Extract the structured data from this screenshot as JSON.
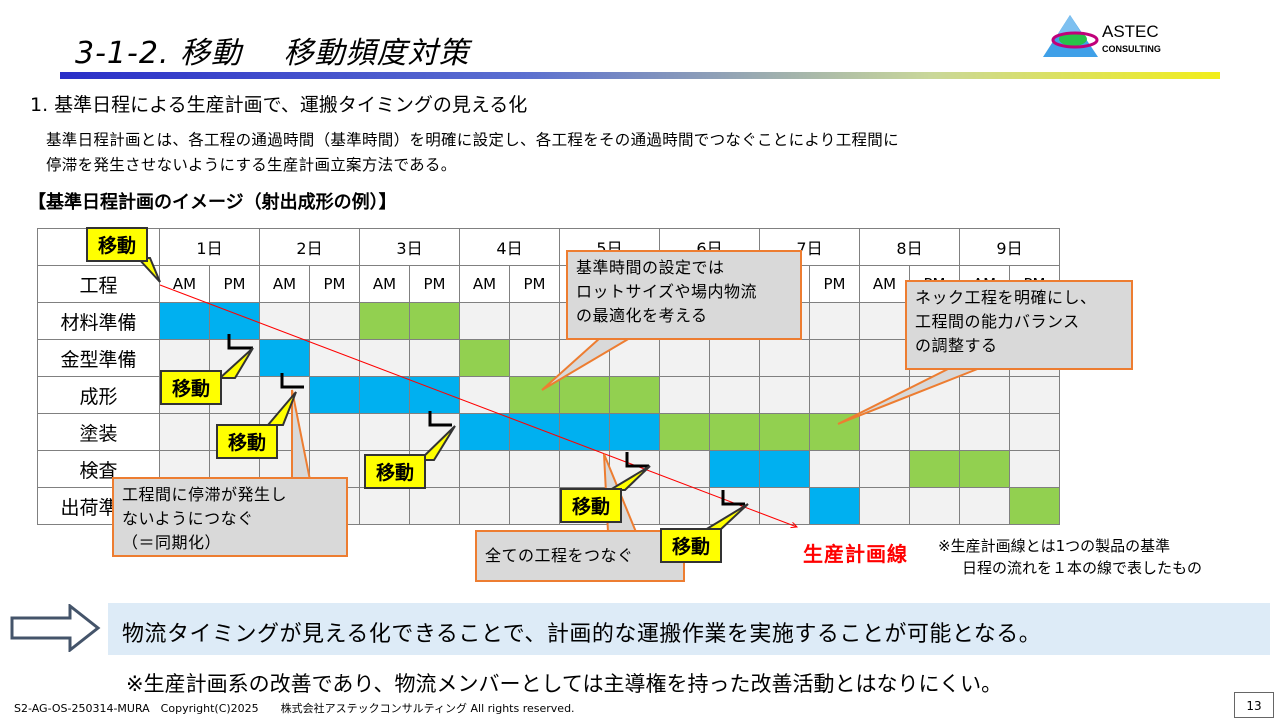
{
  "title": "3-1-2. 移動　 移動頻度対策",
  "logo": {
    "name": "ASTEC",
    "sub": "CONSULTING"
  },
  "section_heading": "1. 基準日程による生産計画で、運搬タイミングの見える化",
  "description": [
    "基準日程計画とは、各工程の通過時間（基準時間）を明確に設定し、各工程をその通過時間でつなぐことにより工程間に",
    "停滞を発生させないようにする生産計画立案方法である。"
  ],
  "grid_heading": "【基準日程計画のイメージ（射出成形の例）】",
  "table": {
    "process_header": "工程",
    "days": [
      "1日",
      "2日",
      "3日",
      "4日",
      "5日",
      "6日",
      "7日",
      "8日",
      "9日"
    ],
    "am": "AM",
    "pm": "PM",
    "processes": [
      "材料準備",
      "金型準備",
      "成形",
      "塗装",
      "検査",
      "出荷準備"
    ],
    "fills": [
      [
        "b",
        "b",
        "",
        "",
        "g",
        "g",
        "",
        "",
        "",
        "",
        "",
        "",
        "",
        "",
        "",
        "",
        "",
        ""
      ],
      [
        "",
        "",
        "b",
        "",
        "",
        "",
        "g",
        "",
        "",
        "",
        "",
        "",
        "",
        "",
        "",
        "",
        "",
        ""
      ],
      [
        "",
        "",
        "",
        "b",
        "b",
        "b",
        "",
        "g",
        "g",
        "g",
        "",
        "",
        "",
        "",
        "",
        "",
        "",
        ""
      ],
      [
        "",
        "",
        "",
        "",
        "",
        "",
        "b",
        "b",
        "b",
        "b",
        "g",
        "g",
        "g",
        "g",
        "",
        "",
        "",
        ""
      ],
      [
        "",
        "",
        "",
        "",
        "",
        "",
        "",
        "",
        "",
        "",
        "",
        "b",
        "b",
        "",
        "",
        "g",
        "g",
        ""
      ],
      [
        "",
        "",
        "",
        "",
        "",
        "",
        "",
        "",
        "",
        "",
        "",
        "",
        "",
        "b",
        "",
        "",
        "",
        "g"
      ]
    ]
  },
  "colors": {
    "process_blue": "#00b0f0",
    "process_green": "#92d050",
    "plan_line": "#ff0000",
    "callout_border": "#ed7d31",
    "move_bg": "#ffff00",
    "banner_bg": "#ddebf7"
  },
  "move_label": "移動",
  "callouts": {
    "standard_time": [
      "基準時間の設定では",
      "ロットサイズや場内物流",
      "の最適化を考える"
    ],
    "neck_process": [
      "ネック工程を明確にし、",
      "工程間の能力バランス",
      "の調整する"
    ],
    "no_stagnation": [
      "工程間に停滞が発生し",
      "ないようにつなぐ",
      "（＝同期化）"
    ],
    "connect_all": "全ての工程をつなぐ"
  },
  "plan_line_label": "生産計画線",
  "plan_line_note": [
    "※生産計画線とは1つの製品の基準",
    "日程の流れを１本の線で表したもの"
  ],
  "banner": "物流タイミングが見える化できることで、計画的な運搬作業を実施することが可能となる。",
  "note2": "※生産計画系の改善であり、物流メンバーとしては主導権を持った改善活動とはなりにくい。",
  "footer": "S2-AG-OS-250314-MURA　Copyright(C)2025　　株式会社アステックコンサルティング All rights reserved.",
  "page_number": "13"
}
